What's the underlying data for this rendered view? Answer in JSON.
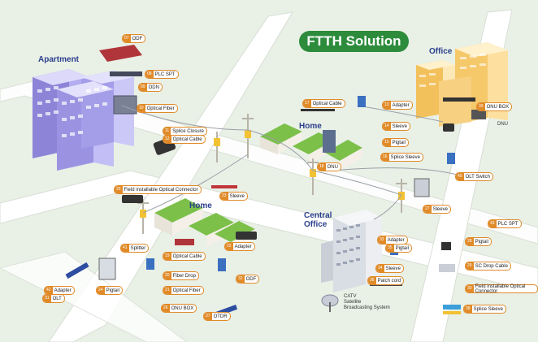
{
  "title": "FTTH Solution",
  "areas": {
    "apartment": "Apartment",
    "office": "Office",
    "home_top": "Home",
    "home_bottom": "Home",
    "central_office": "Central\nOffice",
    "dnu": "DNU",
    "catv": "CATV\nSatellite\nBroadcasting System"
  },
  "tags": [
    {
      "num": "07",
      "text": "ODF"
    },
    {
      "num": "08",
      "text": "PLC SPT"
    },
    {
      "num": "09",
      "text": "ODN"
    },
    {
      "num": "10",
      "text": "Optical Fiber"
    },
    {
      "num": "11",
      "text": "Splice Closure"
    },
    {
      "num": "12",
      "text": "Optical Cable"
    },
    {
      "num": "13",
      "text": "Adapter"
    },
    {
      "num": "14",
      "text": "Sleeve"
    },
    {
      "num": "15",
      "text": "Pigtail"
    },
    {
      "num": "16",
      "text": "Splice Sleeve"
    },
    {
      "num": "17",
      "text": "Optical Cable"
    },
    {
      "num": "18",
      "text": "ONU"
    },
    {
      "num": "19",
      "text": "Optical Cable"
    },
    {
      "num": "20",
      "text": "Fiber Drop"
    },
    {
      "num": "21",
      "text": "Optical Fiber"
    },
    {
      "num": "22",
      "text": "Adapter"
    },
    {
      "num": "23",
      "text": "Sleeve"
    },
    {
      "num": "24",
      "text": "Pigtail"
    },
    {
      "num": "25",
      "text": "Field installable Optical Connector"
    },
    {
      "num": "26",
      "text": "ONU BOX"
    },
    {
      "num": "27",
      "text": "Sleeve"
    },
    {
      "num": "28",
      "text": "Pigtail"
    },
    {
      "num": "29",
      "text": "SC Drop Cable"
    },
    {
      "num": "30",
      "text": "Field installable Optical Connector"
    },
    {
      "num": "31",
      "text": "OLT"
    },
    {
      "num": "32",
      "text": "ODF"
    },
    {
      "num": "33",
      "text": "Adapter"
    },
    {
      "num": "34",
      "text": "Sleeve"
    },
    {
      "num": "35",
      "text": "Pigtail"
    },
    {
      "num": "36",
      "text": "Patch cord"
    },
    {
      "num": "37",
      "text": "OTDR"
    },
    {
      "num": "38",
      "text": "Splice Sleeve"
    },
    {
      "num": "39",
      "text": "ONU BOX"
    },
    {
      "num": "40",
      "text": "OLT Switch"
    },
    {
      "num": "41",
      "text": "Splitter"
    },
    {
      "num": "42",
      "text": "Adapter"
    },
    {
      "num": "43",
      "text": "PLC SPT"
    }
  ],
  "colors": {
    "background": "#e9f0e6",
    "road": "#ffffff",
    "title_pill": "#2d8c3c",
    "tag_border": "#e08a28",
    "area_label": "#2b3f8c",
    "roof": "#7cc04a"
  }
}
